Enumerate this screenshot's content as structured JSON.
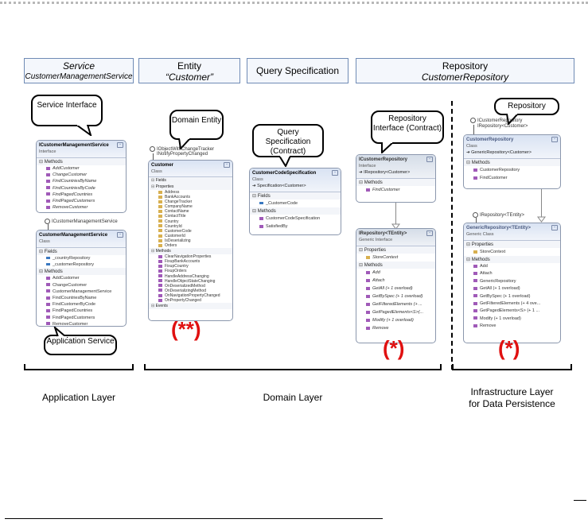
{
  "headers": {
    "service": {
      "line1": "Service",
      "line2": "CustomerManagementService"
    },
    "entity": {
      "line1": "Entity",
      "line2": "“Customer”"
    },
    "query": {
      "line1": "Query Specification"
    },
    "repository": {
      "line1": "Repository",
      "line2": "CustomerRepository"
    }
  },
  "callouts": {
    "service_interface": "Service Interface",
    "domain_entity": "Domain Entity",
    "query_spec": "Query Specification (Contract)",
    "repo_interface": "Repository Interface (Contract)",
    "repository": "Repository",
    "application_service": "Application Service"
  },
  "classes": {
    "icms": {
      "name": "ICustomerManagementService",
      "stereotype": "Interface",
      "methods_label": "Methods",
      "methods": [
        "AddCustomer",
        "ChangeCustomer",
        "FindCountriesByName",
        "FindCountriesByCode",
        "FindPagedCountries",
        "FindPagedCustomers",
        "RemoveCustomer"
      ]
    },
    "cms": {
      "lollipop": "ICustomerManagementService",
      "name": "CustomerManagementService",
      "stereotype": "Class",
      "fields_label": "Fields",
      "fields": [
        "_countryRepository",
        "_customerRepository"
      ],
      "methods_label": "Methods",
      "methods": [
        "AddCustomer",
        "ChangeCustomer",
        "CustomerManagementService",
        "FindCountriesByName",
        "FindCustomerByCode",
        "FindPagedCountries",
        "FindPagedCustomers",
        "RemoveCustomer"
      ]
    },
    "customer": {
      "lollipop1": "IObjectWithChangeTracker",
      "lollipop2": "INotifyPropertyChanged",
      "name": "Customer",
      "stereotype": "Class",
      "fields_label": "Fields",
      "properties_label": "Properties",
      "properties": [
        "Address",
        "BankAccounts",
        "ChangeTracker",
        "CompanyName",
        "ContactName",
        "ContactTitle",
        "Country",
        "CountryId",
        "CustomerCode",
        "CustomerId",
        "IsDeserializing",
        "Orders"
      ],
      "methods_label": "Methods",
      "methods": [
        "ClearNavigationProperties",
        "FixupBankAccounts",
        "FixupCountry",
        "FixupOrders",
        "HandleAddressChanging",
        "HandleObjectStateChanging",
        "OnDeserializedMethod",
        "OnDeserializingMethod",
        "OnNavigationPropertyChanged",
        "OnPropertyChanged"
      ],
      "events_label": "Events"
    },
    "ccs": {
      "name": "CustomerCodeSpecification",
      "stereotype": "Class",
      "base": "Specification<Customer>",
      "fields_label": "Fields",
      "fields": [
        "_CustomerCode"
      ],
      "methods_label": "Methods",
      "methods": [
        "CustomerCodeSpecification",
        "SatisfiedBy"
      ]
    },
    "icr": {
      "name": "ICustomerRepository",
      "stereotype": "Interface",
      "base": "IRepository<Customer>",
      "methods_label": "Methods",
      "methods": [
        "FindCustomer"
      ]
    },
    "irt": {
      "name": "IRepository<TEntity>",
      "stereotype": "Generic Interface",
      "properties_label": "Properties",
      "properties": [
        "StoreContext"
      ],
      "methods_label": "Methods",
      "methods": [
        "Add",
        "Attach",
        "GetAll (+ 1 overload)",
        "GetBySpec (+ 1 overload)",
        "GetFilteredElements (+ ...",
        "GetPagedElements<S>(...",
        "Modify (+ 1 overload)",
        "Remove"
      ]
    },
    "cr": {
      "lollipop1": "ICustomerRepository",
      "lollipop2": "IRepository<Customer>",
      "name": "CustomerRepository",
      "stereotype": "Class",
      "base": "GenericRepository<Customer>",
      "methods_label": "Methods",
      "methods": [
        "CustomerRepository",
        "FindCustomer"
      ]
    },
    "gr": {
      "lollipop": "IRepository<TEntity>",
      "name": "GenericRepository<TEntity>",
      "stereotype": "Generic Class",
      "properties_label": "Properties",
      "properties": [
        "StoreContext"
      ],
      "methods_label": "Methods",
      "methods": [
        "Add",
        "Attach",
        "GenericRepository",
        "GetAll (+ 1 overload)",
        "GetBySpec (+ 1 overload)",
        "GetFilteredElements (+ 4 ove...",
        "GetPagedElements<S> (+ 1 ...",
        "Modify (+ 1 overload)",
        "Remove"
      ]
    }
  },
  "markers": {
    "entity": "(**)",
    "irepository": "(*)",
    "generic": "(*)"
  },
  "layers": {
    "application": "Application Layer",
    "domain": "Domain Layer",
    "infrastructure_line1": "Infrastructure Layer",
    "infrastructure_line2": "for Data Persistence"
  },
  "colors": {
    "header_border": "#6f8bb5",
    "marker": "#e01010"
  }
}
